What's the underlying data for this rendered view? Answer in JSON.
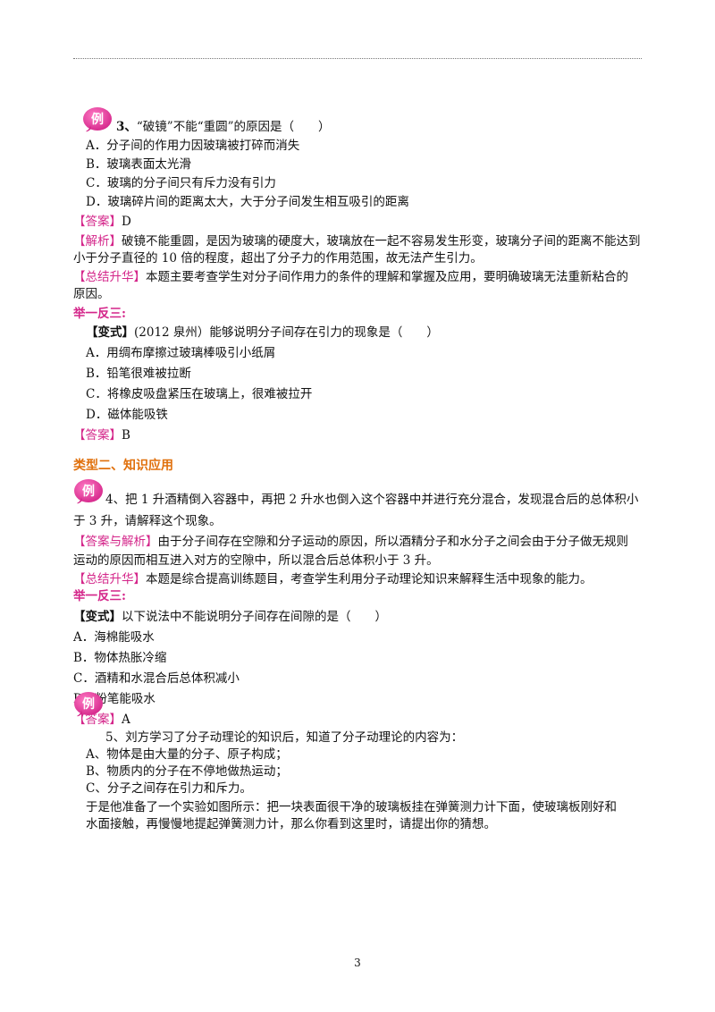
{
  "example_icon_char": "例",
  "q3": {
    "number": "3、",
    "stem": "“破镜”不能“重圆”的原因是（　　）",
    "options": [
      "A．分子间的作用力因玻璃被打碎而消失",
      "B．玻璃表面太光滑",
      "C．玻璃的分子间只有斥力没有引力",
      "D．玻璃碎片间的距离太大，大于分子间发生相互吸引的距离"
    ],
    "answer_tag": "【答案】",
    "answer": "D",
    "analysis_tag": "【解析】",
    "analysis_line1": "破镜不能重圆，是因为玻璃的硬度大，玻璃放在一起不容易发生形变，玻璃分子间的距离不能达到",
    "analysis_line2": "小于分子直径的 10 倍的程度，超出了分子力的作用范围，故无法产生引力。",
    "summary_tag": "【总结升华】",
    "summary_line1": "本题主要考查学生对分子间作用力的条件的理解和掌握及应用，要明确玻璃无法重新粘合的",
    "summary_line2": "原因。"
  },
  "practice1": {
    "heading": "举一反三:",
    "variant_tag": "【变式】",
    "stem": "(2012 泉州）能够说明分子间存在引力的现象是（　　）",
    "options": [
      "A．用绸布摩擦过玻璃棒吸引小纸屑",
      "B．铅笔很难被拉断",
      "C．将橡皮吸盘紧压在玻璃上，很难被拉开",
      "D．磁体能吸铁"
    ],
    "answer_tag": "【答案】",
    "answer": "B"
  },
  "section2": {
    "title": "类型二、知识应用"
  },
  "q4": {
    "stem_line1": "4、把 1 升酒精倒入容器中，再把 2 升水也倒入这个容器中并进行充分混合，发现混合后的总体积小",
    "stem_line2": "于 3 升，请解释这个现象。",
    "answer_tag": "【答案与解析】",
    "answer_line1": "由于分子间存在空隙和分子运动的原因，所以酒精分子和水分子之间会由于分子做无规则",
    "answer_line2": "运动的原因而相互进入对方的空隙中，所以混合后总体积小于 3 升。",
    "summary_tag": "【总结升华】",
    "summary": "本题是综合提高训练题目，考查学生利用分子动理论知识来解释生活中现象的能力。"
  },
  "practice2": {
    "heading": "举一反三:",
    "variant_tag": "【变式】",
    "stem": "以下说法中不能说明分子间存在间隙的是（　　）",
    "options": [
      "A．海棉能吸水",
      "B．物体热胀冷缩",
      "C．酒精和水混合后总体积减小",
      "D．粉笔能吸水"
    ],
    "answer_tag": "【答案】",
    "answer": "A"
  },
  "q5": {
    "stem": "5、刘方学习了分子动理论的知识后，知道了分子动理论的内容为：",
    "items": [
      "A、物体是由大量的分子、原子构成；",
      "B、物质内的分子在不停地做热运动；",
      "C、分子之间存在引力和斥力。"
    ],
    "text_line1": "于是他准备了一个实验如图所示：把一块表面很干净的玻璃板挂在弹簧测力计下面，使玻璃板刚好和",
    "text_line2": "水面接触，再慢慢地提起弹簧测力计，那么你看到这里时，请提出你的猜想。"
  },
  "page_number": "3",
  "colors": {
    "accent_magenta": "#d4268a",
    "accent_orange": "#e0700c"
  }
}
